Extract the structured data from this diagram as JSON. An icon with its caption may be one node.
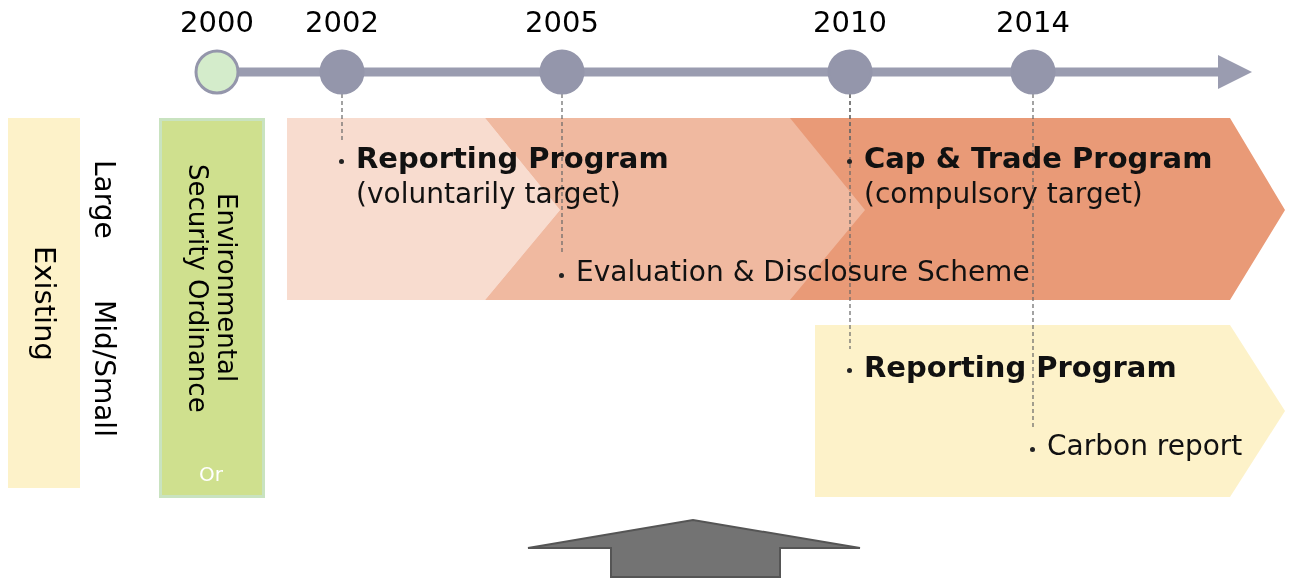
{
  "diagram": {
    "nodes": [
      {
        "text": [
          "Existing"
        ]
      },
      {
        "text": [
          "Environmental Security Ordinance"
        ]
      },
      {
        "text": [
          "2000"
        ]
      },
      {
        "text": [
          "2002"
        ]
      },
      {
        "text": [
          "2005"
        ]
      },
      {
        "text": [
          "2010"
        ]
      },
      {
        "text": [
          "2014"
        ]
      },
      {
        "text": [
          "Reporting Program",
          "(voluntarily target)"
        ]
      },
      {
        "text": [
          "Evaluation & Disclosure Scheme"
        ]
      },
      {
        "text": [
          "Cap & Trade Program",
          "(compulsory target)"
        ]
      },
      {
        "text": [
          "Reporting Program"
        ]
      },
      {
        "text": [
          "Carbon report"
        ]
      }
    ],
    "edges": [
      {
        "from": 3,
        "to": 7,
        "arrow": "none",
        "style": "dashed"
      },
      {
        "from": 4,
        "to": 8,
        "arrow": "none",
        "style": "dashed"
      },
      {
        "from": 5,
        "to": 9,
        "arrow": "none",
        "style": "dashed"
      },
      {
        "from": 5,
        "to": 10,
        "arrow": "none",
        "style": "dashed"
      },
      {
        "from": 6,
        "to": 11,
        "arrow": "none",
        "style": "dashed"
      }
    ],
    "labels": [
      "Large",
      "Mid/Small",
      "Or"
    ]
  }
}
